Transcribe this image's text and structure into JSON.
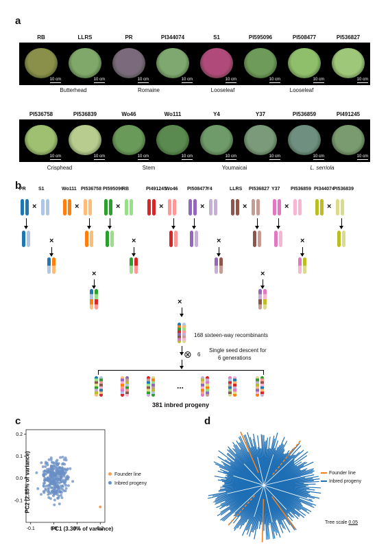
{
  "panel_labels": {
    "a": "a",
    "b": "b",
    "c": "c",
    "d": "d"
  },
  "panel_a": {
    "row1_titles": [
      "RB",
      "LLRS",
      "PR",
      "PI344074",
      "S1",
      "PI595096",
      "PI508477",
      "PI536827"
    ],
    "row2_titles": [
      "PI536758",
      "PI536839",
      "Wo46",
      "Wo111",
      "Y4",
      "Y37",
      "PI536859",
      "PI491245"
    ],
    "scale_label": "10 cm",
    "row1_categories": [
      "Butterhead",
      "Romaine",
      "Looseleaf",
      "Looseleaf"
    ],
    "row2_categories": [
      "Crisphead",
      "Stem",
      "Youmaicai",
      "L. serriola"
    ]
  },
  "panel_b": {
    "pair_labels": [
      "PR",
      "S1",
      "Wo111",
      "PI536758",
      "PI595096",
      "RB",
      "PI491245",
      "Wo46",
      "PI508477",
      "Y4",
      "LLRS",
      "PI536827",
      "Y37",
      "PI536859",
      "PI344074",
      "PI536839"
    ],
    "cross_symbol": "×",
    "recombinant_text": "168 sixteen-way recombinants",
    "ssd_text_1": "Single seed descent for",
    "ssd_text_2": "6 generations",
    "selfing_symbol": "⊗",
    "generations": "6",
    "ellipsis": "...",
    "progeny_text": "381 inbred progeny",
    "founder_colors": [
      "#1f77b4",
      "#aec7e8",
      "#ff7f0e",
      "#ffbb78",
      "#2ca02c",
      "#98df8a",
      "#d62728",
      "#ff9896",
      "#9467bd",
      "#c5b0d5",
      "#8c564b",
      "#c49c94",
      "#e377c2",
      "#f7b6d2",
      "#bcbd22",
      "#dbdb8d"
    ]
  },
  "chart_data": [
    {
      "type": "scatter",
      "xlabel": "PC1 (3.30% of variance)",
      "ylabel": "PC2 (2.85% of variance)",
      "xlim": [
        -0.12,
        0.22
      ],
      "ylim": [
        -0.2,
        0.22
      ],
      "xticks": [
        "-0.1",
        "0.0",
        "0.1",
        "0.2"
      ],
      "yticks": [
        "0.2",
        "0.1",
        "0.0",
        "-0.1"
      ],
      "legend": [
        {
          "name": "Founder line",
          "color": "#f5a05a"
        },
        {
          "name": "Inbred progeny",
          "color": "#6a8fc4"
        }
      ],
      "legend_position": "right",
      "founder_points": [
        [
          0.2,
          -0.13
        ]
      ]
    },
    {
      "type": "tree",
      "legend": [
        {
          "name": "Founder line",
          "color": "#f07f1f"
        },
        {
          "name": "Inbred progeny",
          "color": "#1f6fb5"
        }
      ],
      "scale_label": "Tree scale",
      "scale_value": "0.05"
    }
  ]
}
